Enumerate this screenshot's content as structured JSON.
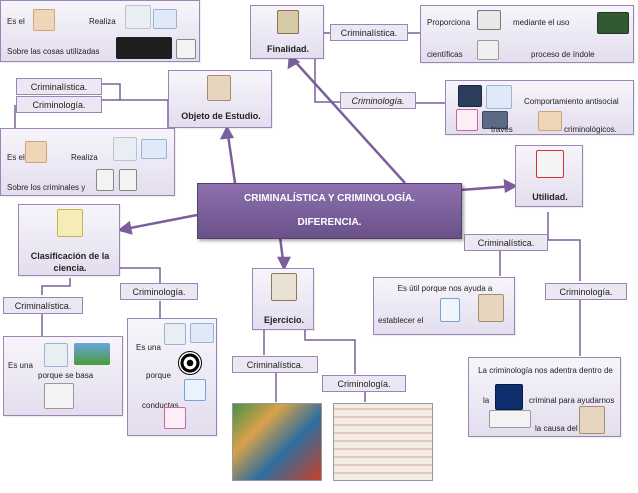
{
  "title": {
    "line1": "CRIMINALÍSTICA  Y CRIMINOLOGÍA.",
    "line2": "DIFERENCIA."
  },
  "tl": {
    "es_el": "Es el",
    "realiza": "Realiza",
    "sobre": "Sobre las cosas utilizadas"
  },
  "objeto": {
    "crim1": "Criminalística.",
    "crim2": "Criminología.",
    "label": "Objeto de Estudio."
  },
  "ml": {
    "es_el": "Es el",
    "realiza": "Realiza",
    "sobre": "Sobre los criminales y"
  },
  "finalidad": {
    "label": "Finalidad.",
    "crim1": "Criminalística.",
    "crim2": "Criminología."
  },
  "tr": {
    "proporciona": "Proporciona",
    "mediante": "mediante  el  uso",
    "cientificas": "científicas",
    "proceso": "proceso de índole"
  },
  "mr": {
    "comportamiento": "Comportamiento  antisocial",
    "traves": "través",
    "crimin": "criminológicos."
  },
  "clasif": {
    "label": "Clasificación de la ciencia.",
    "crim1": "Criminalística.",
    "crim2": "Criminología."
  },
  "cl": {
    "es_una": "Es una",
    "porque": "porque  se basa"
  },
  "cr": {
    "es_una": "Es una",
    "porque": "porque",
    "conductas": "conductas"
  },
  "ejercicio": {
    "label": "Ejercicio.",
    "crim1": "Criminalística.",
    "crim2": "Criminología."
  },
  "utilidad": {
    "label": "Utilidad.",
    "crim1": "Criminalística.",
    "crim2": "Criminología."
  },
  "util": {
    "line1": "Es útil porque nos ayuda  a",
    "line2": "establecer el"
  },
  "adentra": {
    "line1": "La criminología nos adentra  dentro de",
    "la": "la",
    "criminal": "criminal  para  ayudarnos",
    "causa": "la causa del"
  },
  "colors": {
    "accent": "#7a5f9c",
    "line": "#7a5f9c",
    "border": "#9a86b4"
  }
}
